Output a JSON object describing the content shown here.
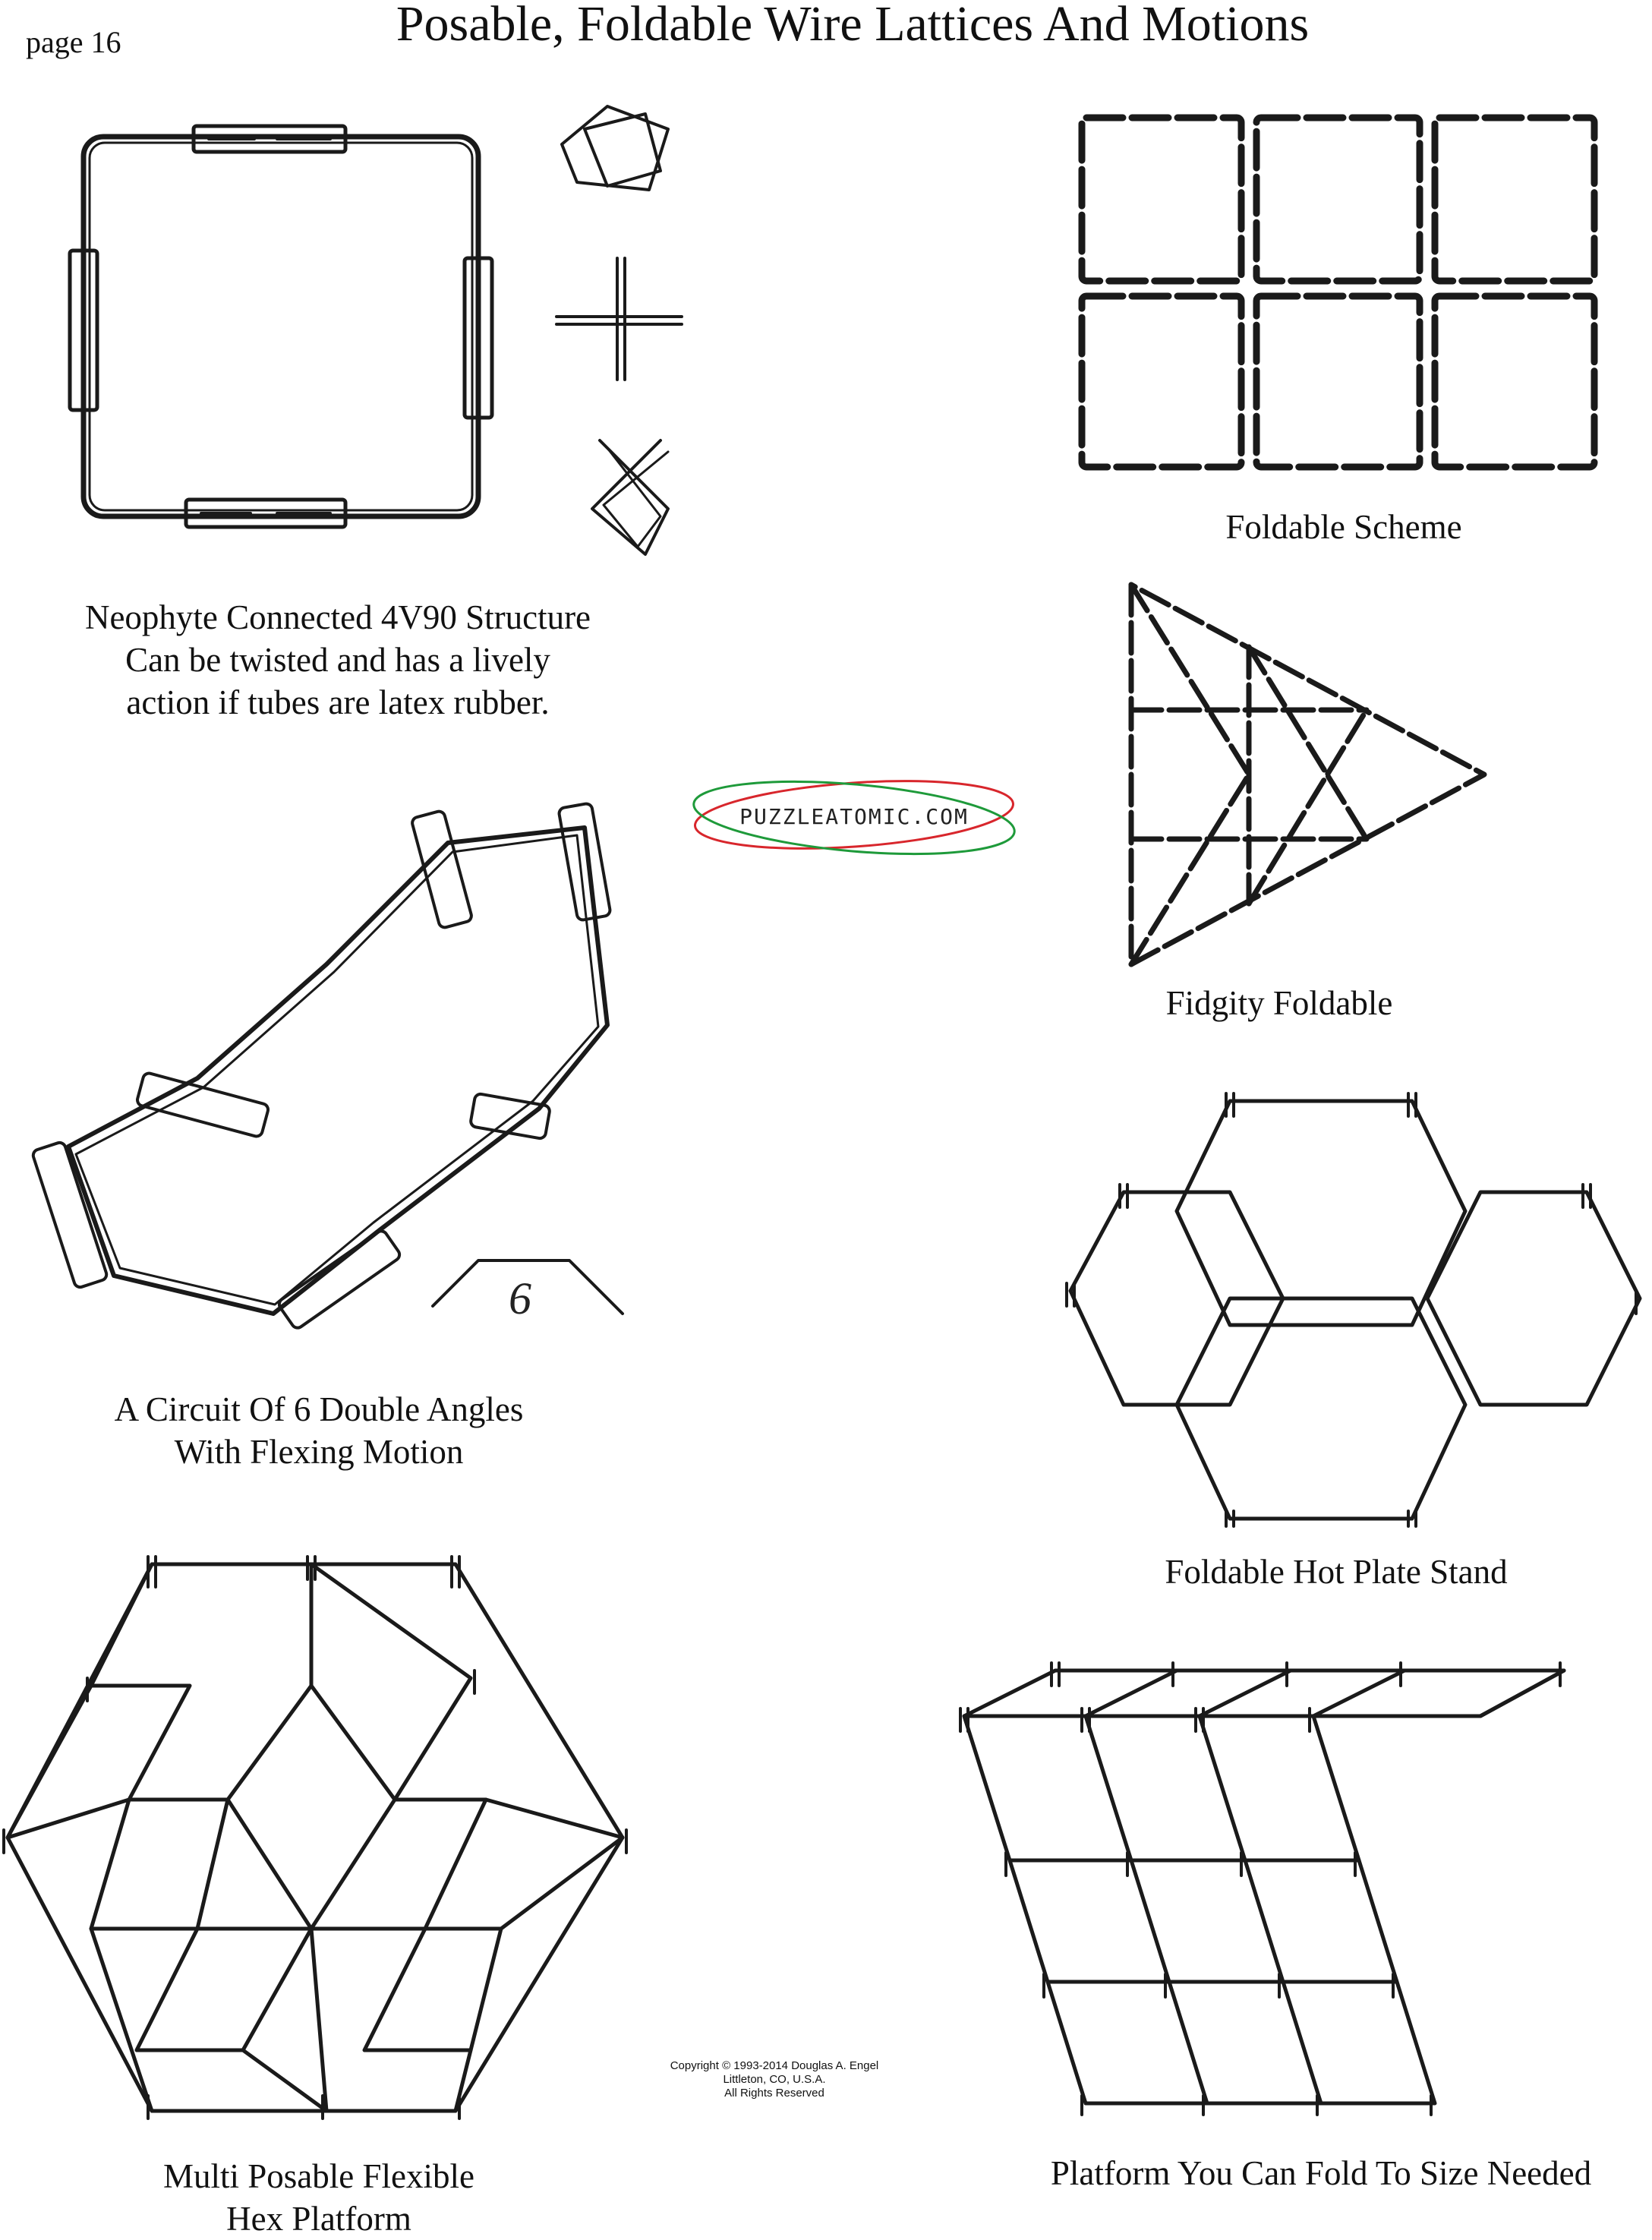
{
  "page_label": "page 16",
  "title": "Posable, Foldable Wire Lattices And Motions",
  "captions": {
    "neophyte": [
      "Neophyte Connected 4V90 Structure",
      "Can be twisted and has a lively",
      "action if tubes are latex rubber."
    ],
    "foldable_scheme": "Foldable Scheme",
    "fidgity": "Fidgity Foldable",
    "circuit": [
      "A Circuit Of 6 Double Angles",
      "With Flexing Motion"
    ],
    "hot_plate": "Foldable Hot Plate Stand",
    "multi_posable": [
      "Multi Posable  Flexible",
      "Hex Platform"
    ],
    "platform": "Platform You Can Fold To Size Needed"
  },
  "circuit_sketch_label": "6",
  "logo": {
    "text": "PUZZLEATOMIC.COM",
    "colors": {
      "red": "#d8262c",
      "green": "#1e9a3a"
    }
  },
  "copyright": [
    "Copyright © 1993-2014 Douglas A. Engel",
    "Littleton, CO, U.S.A.",
    "All Rights Reserved"
  ]
}
